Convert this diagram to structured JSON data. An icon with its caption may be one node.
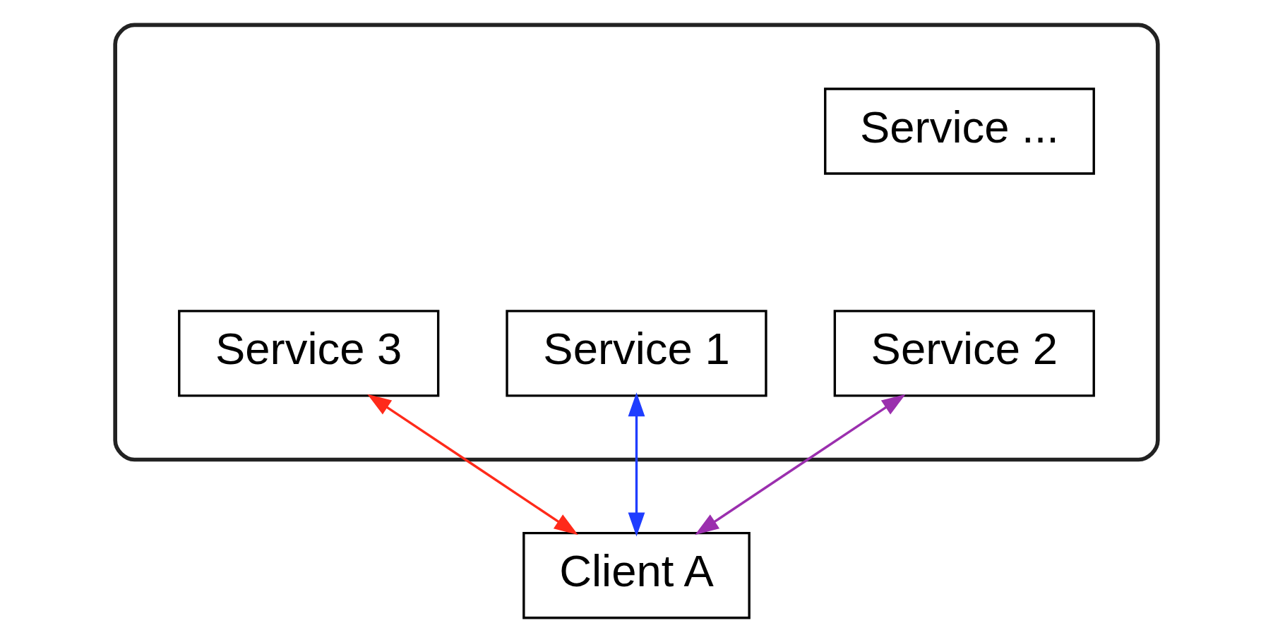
{
  "diagram": {
    "nodes": [
      {
        "text": [],
        "shape": "cloud"
      },
      {
        "text": [
          "Service ..."
        ],
        "in": 0
      },
      {
        "text": [
          "Service 1"
        ],
        "in": 0
      },
      {
        "text": [
          "Service 2"
        ],
        "in": 0
      },
      {
        "text": [
          "Service 3"
        ],
        "in": 0
      },
      {
        "text": [
          "Client A"
        ]
      }
    ],
    "edges": [
      {
        "from": 2,
        "to": 5,
        "arrow": "both",
        "color": "#1f3dff"
      },
      {
        "from": 3,
        "to": 5,
        "arrow": "both",
        "color": "#9b2fae"
      },
      {
        "from": 4,
        "to": 5,
        "arrow": "both",
        "color": "#ff2a1a"
      }
    ]
  }
}
